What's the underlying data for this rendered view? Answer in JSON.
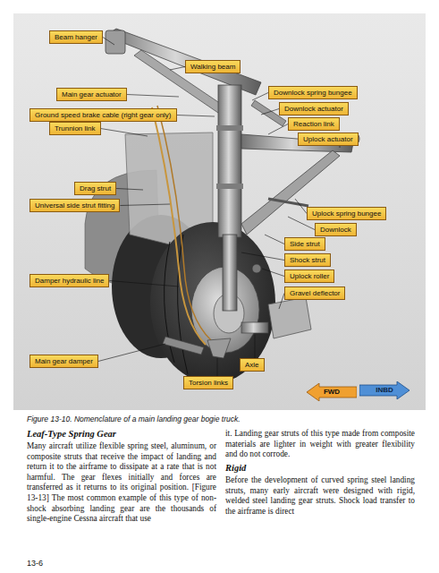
{
  "diagram": {
    "caption": "Figure 13-10. Nomenclature of a main landing gear bogie truck.",
    "nodes": [
      {
        "text": [
          "Beam hanger"
        ]
      },
      {
        "text": [
          "Walking beam"
        ]
      },
      {
        "text": [
          "Main gear actuator"
        ]
      },
      {
        "text": [
          "Downlock spring bungee"
        ]
      },
      {
        "text": [
          "Ground speed brake cable (right gear only)"
        ]
      },
      {
        "text": [
          "Downlock actuator"
        ]
      },
      {
        "text": [
          "Trunnion link"
        ]
      },
      {
        "text": [
          "Reaction link"
        ]
      },
      {
        "text": [
          "Uplock actuator"
        ]
      },
      {
        "text": [
          "Drag strut"
        ]
      },
      {
        "text": [
          "Universal side strut fitting"
        ]
      },
      {
        "text": [
          "Uplock spring bungee"
        ]
      },
      {
        "text": [
          "Downlock"
        ]
      },
      {
        "text": [
          "Side strut"
        ]
      },
      {
        "text": [
          "Shock strut"
        ]
      },
      {
        "text": [
          "Damper hydraulic line"
        ]
      },
      {
        "text": [
          "Uplock roller"
        ]
      },
      {
        "text": [
          "Gravel deflector"
        ]
      },
      {
        "text": [
          "Main gear damper"
        ]
      },
      {
        "text": [
          "Axle"
        ]
      },
      {
        "text": [
          "Torsion links"
        ]
      },
      {
        "text": [
          "FWD"
        ]
      },
      {
        "text": [
          "INBD"
        ]
      }
    ],
    "labels": [
      "Leaf-Type Spring Gear",
      "Many aircraft utilize flexible spring steel, aluminum, or composite struts that receive the impact of landing and return it to the airframe to dissipate at a rate that is not harmful. The gear flexes initially and forces are transferred as it returns to its original position. [Figure 13-13] The most common example of this type of non-shock absorbing landing gear are the thousands of single-engine Cessna aircraft that use",
      "13-6",
      "it. Landing gear struts of this type made from composite materials are lighter in weight with greater flexibility and do not corrode.",
      "Rigid",
      "Before the development of curved spring steel landing struts, many early aircraft were designed with rigid, welded steel landing gear struts. Shock load transfer to the airframe is direct"
    ]
  }
}
